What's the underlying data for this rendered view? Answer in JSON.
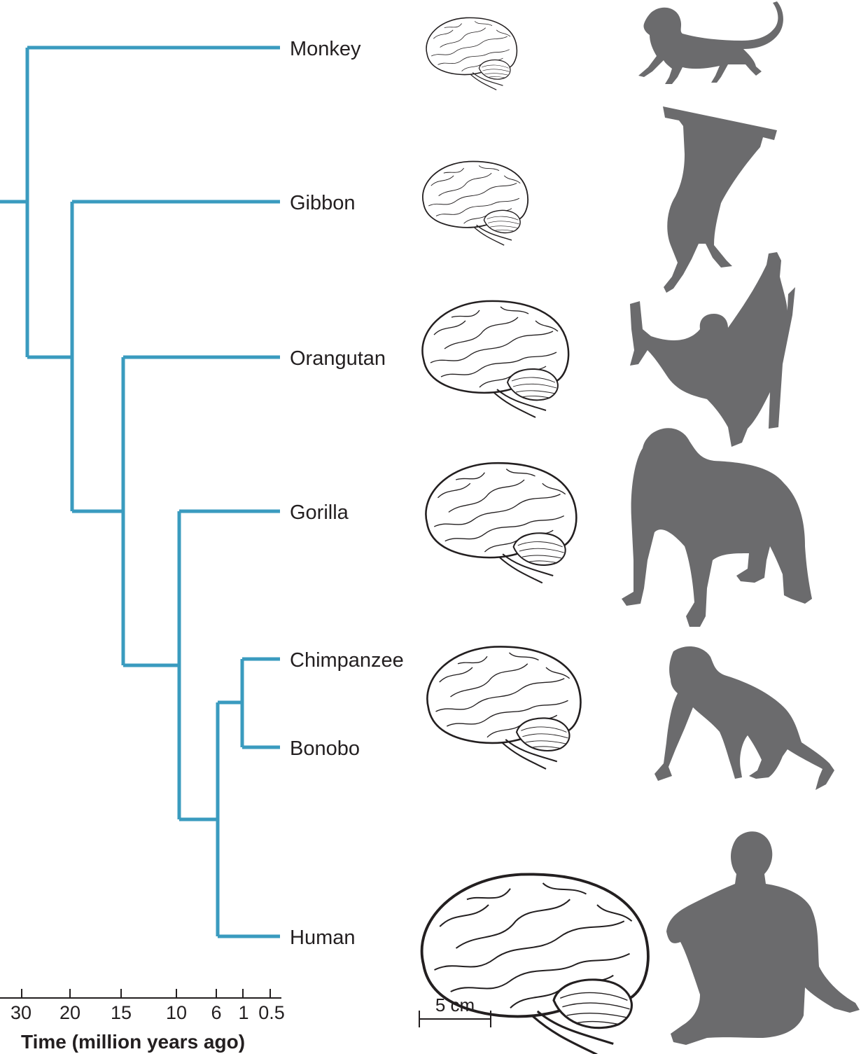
{
  "taxa": [
    {
      "name": "Monkey",
      "silhouette": "monkey-silhouette",
      "brain": "monkey-brain"
    },
    {
      "name": "Gibbon",
      "silhouette": "gibbon-silhouette",
      "brain": "gibbon-brain"
    },
    {
      "name": "Orangutan",
      "silhouette": "orangutan-silhouette",
      "brain": "orangutan-brain"
    },
    {
      "name": "Gorilla",
      "silhouette": "gorilla-silhouette",
      "brain": "gorilla-brain"
    },
    {
      "name": "Chimpanzee",
      "silhouette": "chimpanzee-silhouette",
      "brain": "chimpanzee-brain"
    },
    {
      "name": "Bonobo"
    },
    {
      "name": "Human",
      "silhouette": "human-silhouette",
      "brain": "human-brain"
    }
  ],
  "time_axis": {
    "title": "Time (million years ago)",
    "ticks": [
      "30",
      "20",
      "15",
      "10",
      "6",
      "1",
      "0.5"
    ]
  },
  "scale_bar": {
    "label": "5 cm"
  },
  "colors": {
    "branch": "#3a9bbf",
    "silhouette": "#6b6b6d",
    "ink": "#231f20"
  }
}
